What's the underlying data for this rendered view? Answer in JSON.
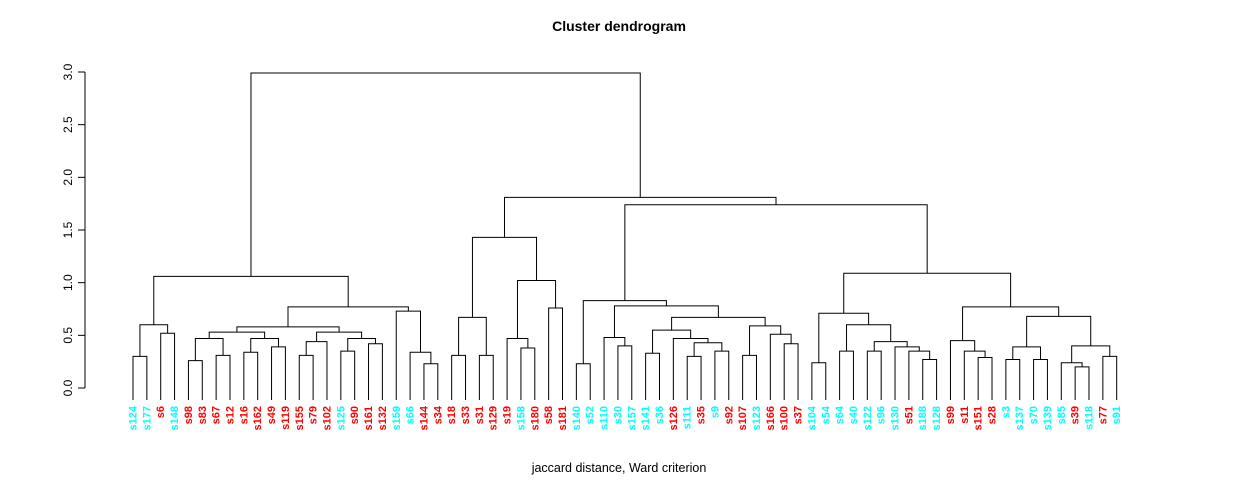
{
  "chart_data": {
    "type": "dendrogram",
    "title": "Cluster dendrogram",
    "xlabel": "jaccard distance, Ward criterion",
    "ylabel": "",
    "ylim": [
      0.0,
      3.0
    ],
    "yticks": [
      0.0,
      0.5,
      1.0,
      1.5,
      2.0,
      2.5,
      3.0
    ],
    "grid": false,
    "line_color": "#000000",
    "leaf_colors": {
      "red": "#FF0000",
      "cyan": "#00FFFF"
    },
    "leaves": [
      {
        "label": "s124",
        "color": "cyan"
      },
      {
        "label": "s177",
        "color": "cyan"
      },
      {
        "label": "s6",
        "color": "red"
      },
      {
        "label": "s148",
        "color": "cyan"
      },
      {
        "label": "s98",
        "color": "red"
      },
      {
        "label": "s83",
        "color": "red"
      },
      {
        "label": "s67",
        "color": "red"
      },
      {
        "label": "s12",
        "color": "red"
      },
      {
        "label": "s16",
        "color": "red"
      },
      {
        "label": "s162",
        "color": "red"
      },
      {
        "label": "s49",
        "color": "red"
      },
      {
        "label": "s119",
        "color": "red"
      },
      {
        "label": "s155",
        "color": "red"
      },
      {
        "label": "s79",
        "color": "red"
      },
      {
        "label": "s102",
        "color": "red"
      },
      {
        "label": "s125",
        "color": "cyan"
      },
      {
        "label": "s90",
        "color": "red"
      },
      {
        "label": "s161",
        "color": "red"
      },
      {
        "label": "s132",
        "color": "red"
      },
      {
        "label": "s159",
        "color": "cyan"
      },
      {
        "label": "s66",
        "color": "cyan"
      },
      {
        "label": "s144",
        "color": "red"
      },
      {
        "label": "s34",
        "color": "red"
      },
      {
        "label": "s18",
        "color": "red"
      },
      {
        "label": "s33",
        "color": "red"
      },
      {
        "label": "s31",
        "color": "red"
      },
      {
        "label": "s129",
        "color": "red"
      },
      {
        "label": "s19",
        "color": "red"
      },
      {
        "label": "s158",
        "color": "cyan"
      },
      {
        "label": "s180",
        "color": "red"
      },
      {
        "label": "s58",
        "color": "red"
      },
      {
        "label": "s181",
        "color": "red"
      },
      {
        "label": "s140",
        "color": "cyan"
      },
      {
        "label": "s52",
        "color": "cyan"
      },
      {
        "label": "s110",
        "color": "cyan"
      },
      {
        "label": "s30",
        "color": "cyan"
      },
      {
        "label": "s157",
        "color": "cyan"
      },
      {
        "label": "s141",
        "color": "cyan"
      },
      {
        "label": "s36",
        "color": "cyan"
      },
      {
        "label": "s126",
        "color": "red"
      },
      {
        "label": "s111",
        "color": "cyan"
      },
      {
        "label": "s35",
        "color": "red"
      },
      {
        "label": "s9",
        "color": "cyan"
      },
      {
        "label": "s92",
        "color": "red"
      },
      {
        "label": "s107",
        "color": "red"
      },
      {
        "label": "s123",
        "color": "cyan"
      },
      {
        "label": "s166",
        "color": "red"
      },
      {
        "label": "s100",
        "color": "red"
      },
      {
        "label": "s37",
        "color": "red"
      },
      {
        "label": "s104",
        "color": "cyan"
      },
      {
        "label": "s54",
        "color": "cyan"
      },
      {
        "label": "s64",
        "color": "cyan"
      },
      {
        "label": "s40",
        "color": "cyan"
      },
      {
        "label": "s122",
        "color": "cyan"
      },
      {
        "label": "s96",
        "color": "cyan"
      },
      {
        "label": "s130",
        "color": "cyan"
      },
      {
        "label": "s51",
        "color": "red"
      },
      {
        "label": "s188",
        "color": "cyan"
      },
      {
        "label": "s128",
        "color": "cyan"
      },
      {
        "label": "s99",
        "color": "red"
      },
      {
        "label": "s11",
        "color": "red"
      },
      {
        "label": "s151",
        "color": "red"
      },
      {
        "label": "s28",
        "color": "red"
      },
      {
        "label": "s3",
        "color": "cyan"
      },
      {
        "label": "s137",
        "color": "cyan"
      },
      {
        "label": "s70",
        "color": "cyan"
      },
      {
        "label": "s139",
        "color": "cyan"
      },
      {
        "label": "s85",
        "color": "cyan"
      },
      {
        "label": "s39",
        "color": "red"
      },
      {
        "label": "s118",
        "color": "cyan"
      },
      {
        "label": "s77",
        "color": "red"
      },
      {
        "label": "s91",
        "color": "cyan"
      }
    ],
    "tree": {
      "h": 2.99,
      "c": [
        {
          "h": 1.06,
          "c": [
            {
              "h": 0.6,
              "c": [
                {
                  "h": 0.3,
                  "c": [
                    "s124",
                    "s177"
                  ]
                },
                {
                  "h": 0.52,
                  "c": [
                    "s6",
                    "s148"
                  ]
                }
              ]
            },
            {
              "h": 0.77,
              "c": [
                {
                  "h": 0.58,
                  "c": [
                    {
                      "h": 0.53,
                      "c": [
                        {
                          "h": 0.47,
                          "c": [
                            {
                              "h": 0.26,
                              "c": [
                                "s98",
                                "s83"
                              ]
                            },
                            {
                              "h": 0.31,
                              "c": [
                                "s67",
                                "s12"
                              ]
                            }
                          ]
                        },
                        {
                          "h": 0.47,
                          "c": [
                            {
                              "h": 0.34,
                              "c": [
                                "s16",
                                "s162"
                              ]
                            },
                            {
                              "h": 0.39,
                              "c": [
                                "s49",
                                "s119"
                              ]
                            }
                          ]
                        }
                      ]
                    },
                    {
                      "h": 0.53,
                      "c": [
                        {
                          "h": 0.44,
                          "c": [
                            {
                              "h": 0.31,
                              "c": [
                                "s155",
                                "s79"
                              ]
                            },
                            "s102"
                          ]
                        },
                        {
                          "h": 0.47,
                          "c": [
                            {
                              "h": 0.35,
                              "c": [
                                "s125",
                                "s90"
                              ]
                            },
                            {
                              "h": 0.42,
                              "c": [
                                "s161",
                                "s132"
                              ]
                            }
                          ]
                        }
                      ]
                    }
                  ]
                },
                {
                  "h": 0.73,
                  "c": [
                    "s159",
                    {
                      "h": 0.34,
                      "c": [
                        "s66",
                        {
                          "h": 0.23,
                          "c": [
                            "s144",
                            "s34"
                          ]
                        }
                      ]
                    }
                  ]
                }
              ]
            }
          ]
        },
        {
          "h": 1.81,
          "c": [
            {
              "h": 1.43,
              "c": [
                {
                  "h": 0.67,
                  "c": [
                    {
                      "h": 0.31,
                      "c": [
                        "s18",
                        "s33"
                      ]
                    },
                    {
                      "h": 0.31,
                      "c": [
                        "s31",
                        "s129"
                      ]
                    }
                  ]
                },
                {
                  "h": 1.02,
                  "c": [
                    {
                      "h": 0.47,
                      "c": [
                        "s19",
                        {
                          "h": 0.38,
                          "c": [
                            "s158",
                            "s180"
                          ]
                        }
                      ]
                    },
                    {
                      "h": 0.76,
                      "c": [
                        "s58",
                        "s181"
                      ]
                    }
                  ]
                }
              ]
            },
            {
              "h": 1.74,
              "c": [
                {
                  "h": 0.83,
                  "c": [
                    {
                      "h": 0.23,
                      "c": [
                        "s140",
                        "s52"
                      ]
                    },
                    {
                      "h": 0.78,
                      "c": [
                        {
                          "h": 0.48,
                          "c": [
                            "s110",
                            {
                              "h": 0.4,
                              "c": [
                                "s30",
                                "s157"
                              ]
                            }
                          ]
                        },
                        {
                          "h": 0.67,
                          "c": [
                            {
                              "h": 0.55,
                              "c": [
                                {
                                  "h": 0.33,
                                  "c": [
                                    "s141",
                                    "s36"
                                  ]
                                },
                                {
                                  "h": 0.47,
                                  "c": [
                                    "s126",
                                    {
                                      "h": 0.43,
                                      "c": [
                                        {
                                          "h": 0.3,
                                          "c": [
                                            "s111",
                                            "s35"
                                          ]
                                        },
                                        {
                                          "h": 0.35,
                                          "c": [
                                            "s9",
                                            "s92"
                                          ]
                                        }
                                      ]
                                    }
                                  ]
                                }
                              ]
                            },
                            {
                              "h": 0.59,
                              "c": [
                                {
                                  "h": 0.31,
                                  "c": [
                                    "s107",
                                    "s123"
                                  ]
                                },
                                {
                                  "h": 0.51,
                                  "c": [
                                    "s166",
                                    {
                                      "h": 0.42,
                                      "c": [
                                        "s100",
                                        "s37"
                                      ]
                                    }
                                  ]
                                }
                              ]
                            }
                          ]
                        }
                      ]
                    }
                  ]
                },
                {
                  "h": 1.09,
                  "c": [
                    {
                      "h": 0.71,
                      "c": [
                        {
                          "h": 0.24,
                          "c": [
                            "s104",
                            "s54"
                          ]
                        },
                        {
                          "h": 0.6,
                          "c": [
                            {
                              "h": 0.35,
                              "c": [
                                "s64",
                                "s40"
                              ]
                            },
                            {
                              "h": 0.44,
                              "c": [
                                {
                                  "h": 0.35,
                                  "c": [
                                    "s122",
                                    "s96"
                                  ]
                                },
                                {
                                  "h": 0.39,
                                  "c": [
                                    "s130",
                                    {
                                      "h": 0.35,
                                      "c": [
                                        "s51",
                                        {
                                          "h": 0.27,
                                          "c": [
                                            "s188",
                                            "s128"
                                          ]
                                        }
                                      ]
                                    }
                                  ]
                                }
                              ]
                            }
                          ]
                        }
                      ]
                    },
                    {
                      "h": 0.77,
                      "c": [
                        {
                          "h": 0.45,
                          "c": [
                            "s99",
                            {
                              "h": 0.35,
                              "c": [
                                "s11",
                                {
                                  "h": 0.29,
                                  "c": [
                                    "s151",
                                    "s28"
                                  ]
                                }
                              ]
                            }
                          ]
                        },
                        {
                          "h": 0.68,
                          "c": [
                            {
                              "h": 0.39,
                              "c": [
                                {
                                  "h": 0.27,
                                  "c": [
                                    "s3",
                                    "s137"
                                  ]
                                },
                                {
                                  "h": 0.27,
                                  "c": [
                                    "s70",
                                    "s139"
                                  ]
                                }
                              ]
                            },
                            {
                              "h": 0.4,
                              "c": [
                                {
                                  "h": 0.24,
                                  "c": [
                                    "s85",
                                    {
                                      "h": 0.2,
                                      "c": [
                                        "s39",
                                        "s118"
                                      ]
                                    }
                                  ]
                                },
                                {
                                  "h": 0.3,
                                  "c": [
                                    "s77",
                                    "s91"
                                  ]
                                }
                              ]
                            }
                          ]
                        }
                      ]
                    }
                  ]
                }
              ]
            }
          ]
        }
      ]
    }
  }
}
